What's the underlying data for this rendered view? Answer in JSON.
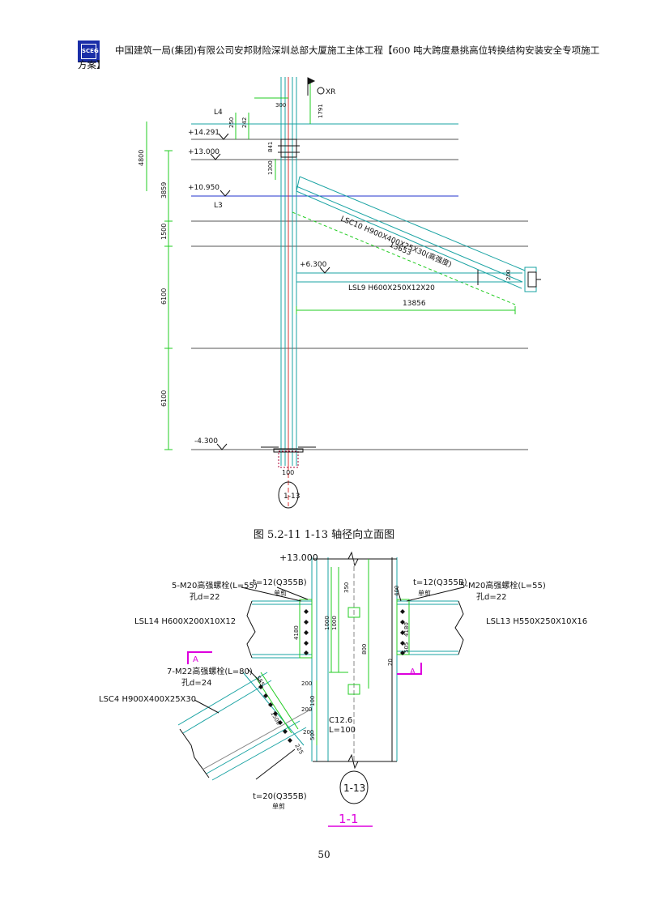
{
  "header": {
    "logo_text": "SCEG",
    "line1": "中国建筑一局(集团)有限公司安邦财险深圳总部大厦施工主体工程【600 吨大跨度悬挑高位转换结构安装安全专项施工",
    "line2": "方案】"
  },
  "figure1": {
    "caption": "图 5.2-11   1-13 轴径向立面图",
    "elevations": [
      "+14.291",
      "+13.000",
      "+10.950",
      "+6.300",
      "-4.300"
    ],
    "marks": {
      "L4": "L4",
      "L3": "L3",
      "XR": "XR"
    },
    "left_dims": [
      "4800",
      "3859",
      "1500",
      "6100",
      "6100"
    ],
    "small_dims": [
      "250",
      "242",
      "300",
      "1791",
      "841",
      "1300",
      "100"
    ],
    "beam_label_upper": "LSC10 H900X400X25X30(高强度)",
    "beam_label_lower": "LSL9 H600X250X12X20",
    "dim_bottom": "13856",
    "dim_diagonal": "13653",
    "dim_right_small": "200",
    "axis_label": "1-13"
  },
  "figure2": {
    "elevation": "+13.000",
    "left_plate": "t=12(Q355B)",
    "left_plate_sub": "单剪",
    "left_bolt": "5-M20高强螺栓(L=55)",
    "left_hole": "孔d=22",
    "left_beam": "LSL14 H600X200X10X12",
    "right_plate": "t=12(Q355B)",
    "right_plate_sub": "单剪",
    "right_bolt": "5-M20高强螺栓(L=55)",
    "right_hole": "孔d=22",
    "right_beam": "LSL13 H550X250X10X16",
    "section_mark": "A",
    "diag_bolt": "7-M22高强螺栓(L=80)",
    "diag_hole": "孔d=24",
    "diag_beam": "LSC4 H900X400X25X30",
    "bottom_plate": "t=20(Q355B)",
    "bottom_plate_sub": "单剪",
    "channel": "C12.6",
    "channel_len": "L=100",
    "axis_label": "1-13",
    "section_title": "1-1",
    "dims": [
      "350",
      "1000",
      "1000",
      "800",
      "400",
      "4180",
      "505",
      "4180",
      "20",
      "200",
      "200",
      "200",
      "1500",
      "555",
      "225",
      "100",
      "50"
    ]
  },
  "page_number": "50"
}
